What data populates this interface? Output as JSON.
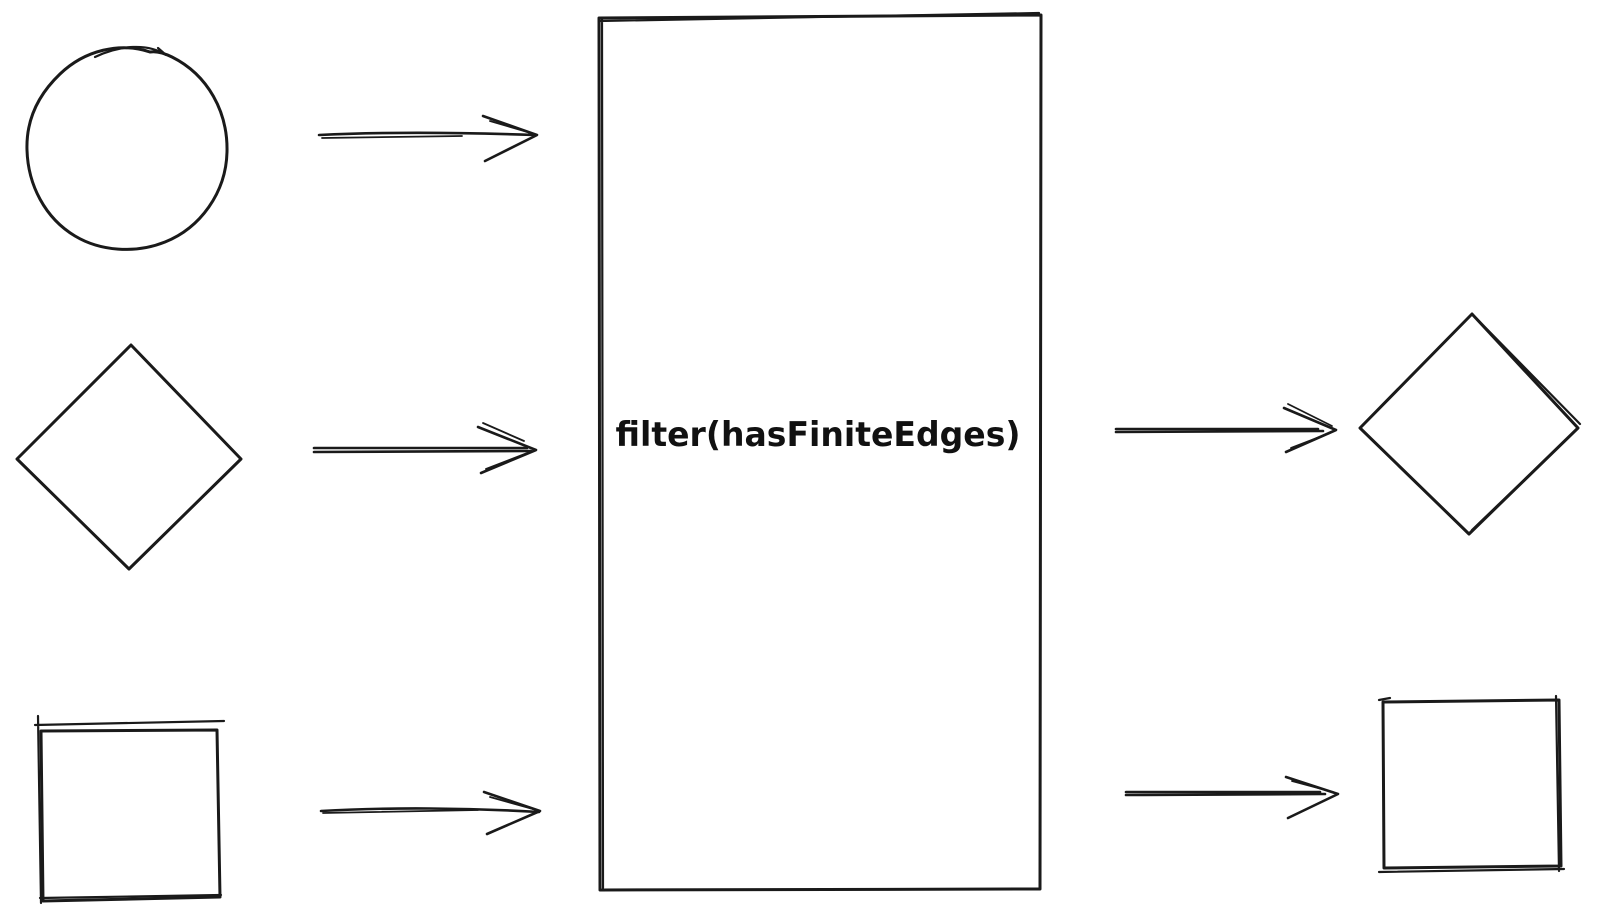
{
  "diagram": {
    "box_label": "filter(hasFiniteEdges)",
    "style": {
      "stroke_color": "#1a1a1a",
      "background_color": "#ffffff",
      "sketch_style": "hand-drawn"
    },
    "inputs": [
      {
        "shape": "circle"
      },
      {
        "shape": "diamond"
      },
      {
        "shape": "square"
      }
    ],
    "filter_box": {
      "shape": "rectangle",
      "label": "filter(hasFiniteEdges)"
    },
    "outputs": [
      {
        "shape": "diamond"
      },
      {
        "shape": "square"
      }
    ]
  }
}
